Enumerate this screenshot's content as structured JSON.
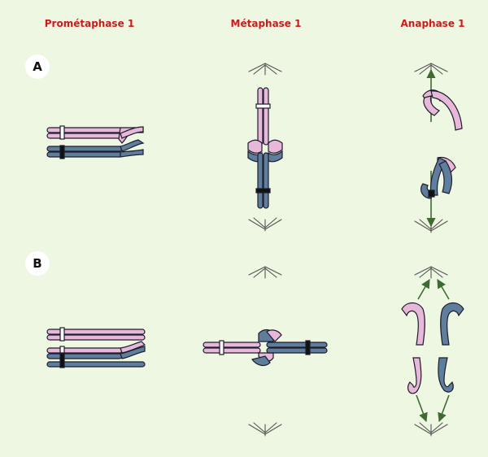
{
  "columns": [
    {
      "title": "Prométaphase 1"
    },
    {
      "title": "Métaphase 1"
    },
    {
      "title": "Anaphase 1"
    }
  ],
  "rows": [
    {
      "label": "A"
    },
    {
      "label": "B"
    }
  ],
  "colors": {
    "background": "#eef7e2",
    "title": "#cc1b1b",
    "pink_chromatid": "#e7b8d9",
    "blue_chromatid": "#5f7d9c",
    "outline": "#1d1d2b",
    "spindle_arrow": "#3f6b31",
    "spindle_pole": "#555555"
  },
  "icons": [
    "spindle-pole-icon",
    "spindle-arrow-icon",
    "centromere-icon"
  ]
}
